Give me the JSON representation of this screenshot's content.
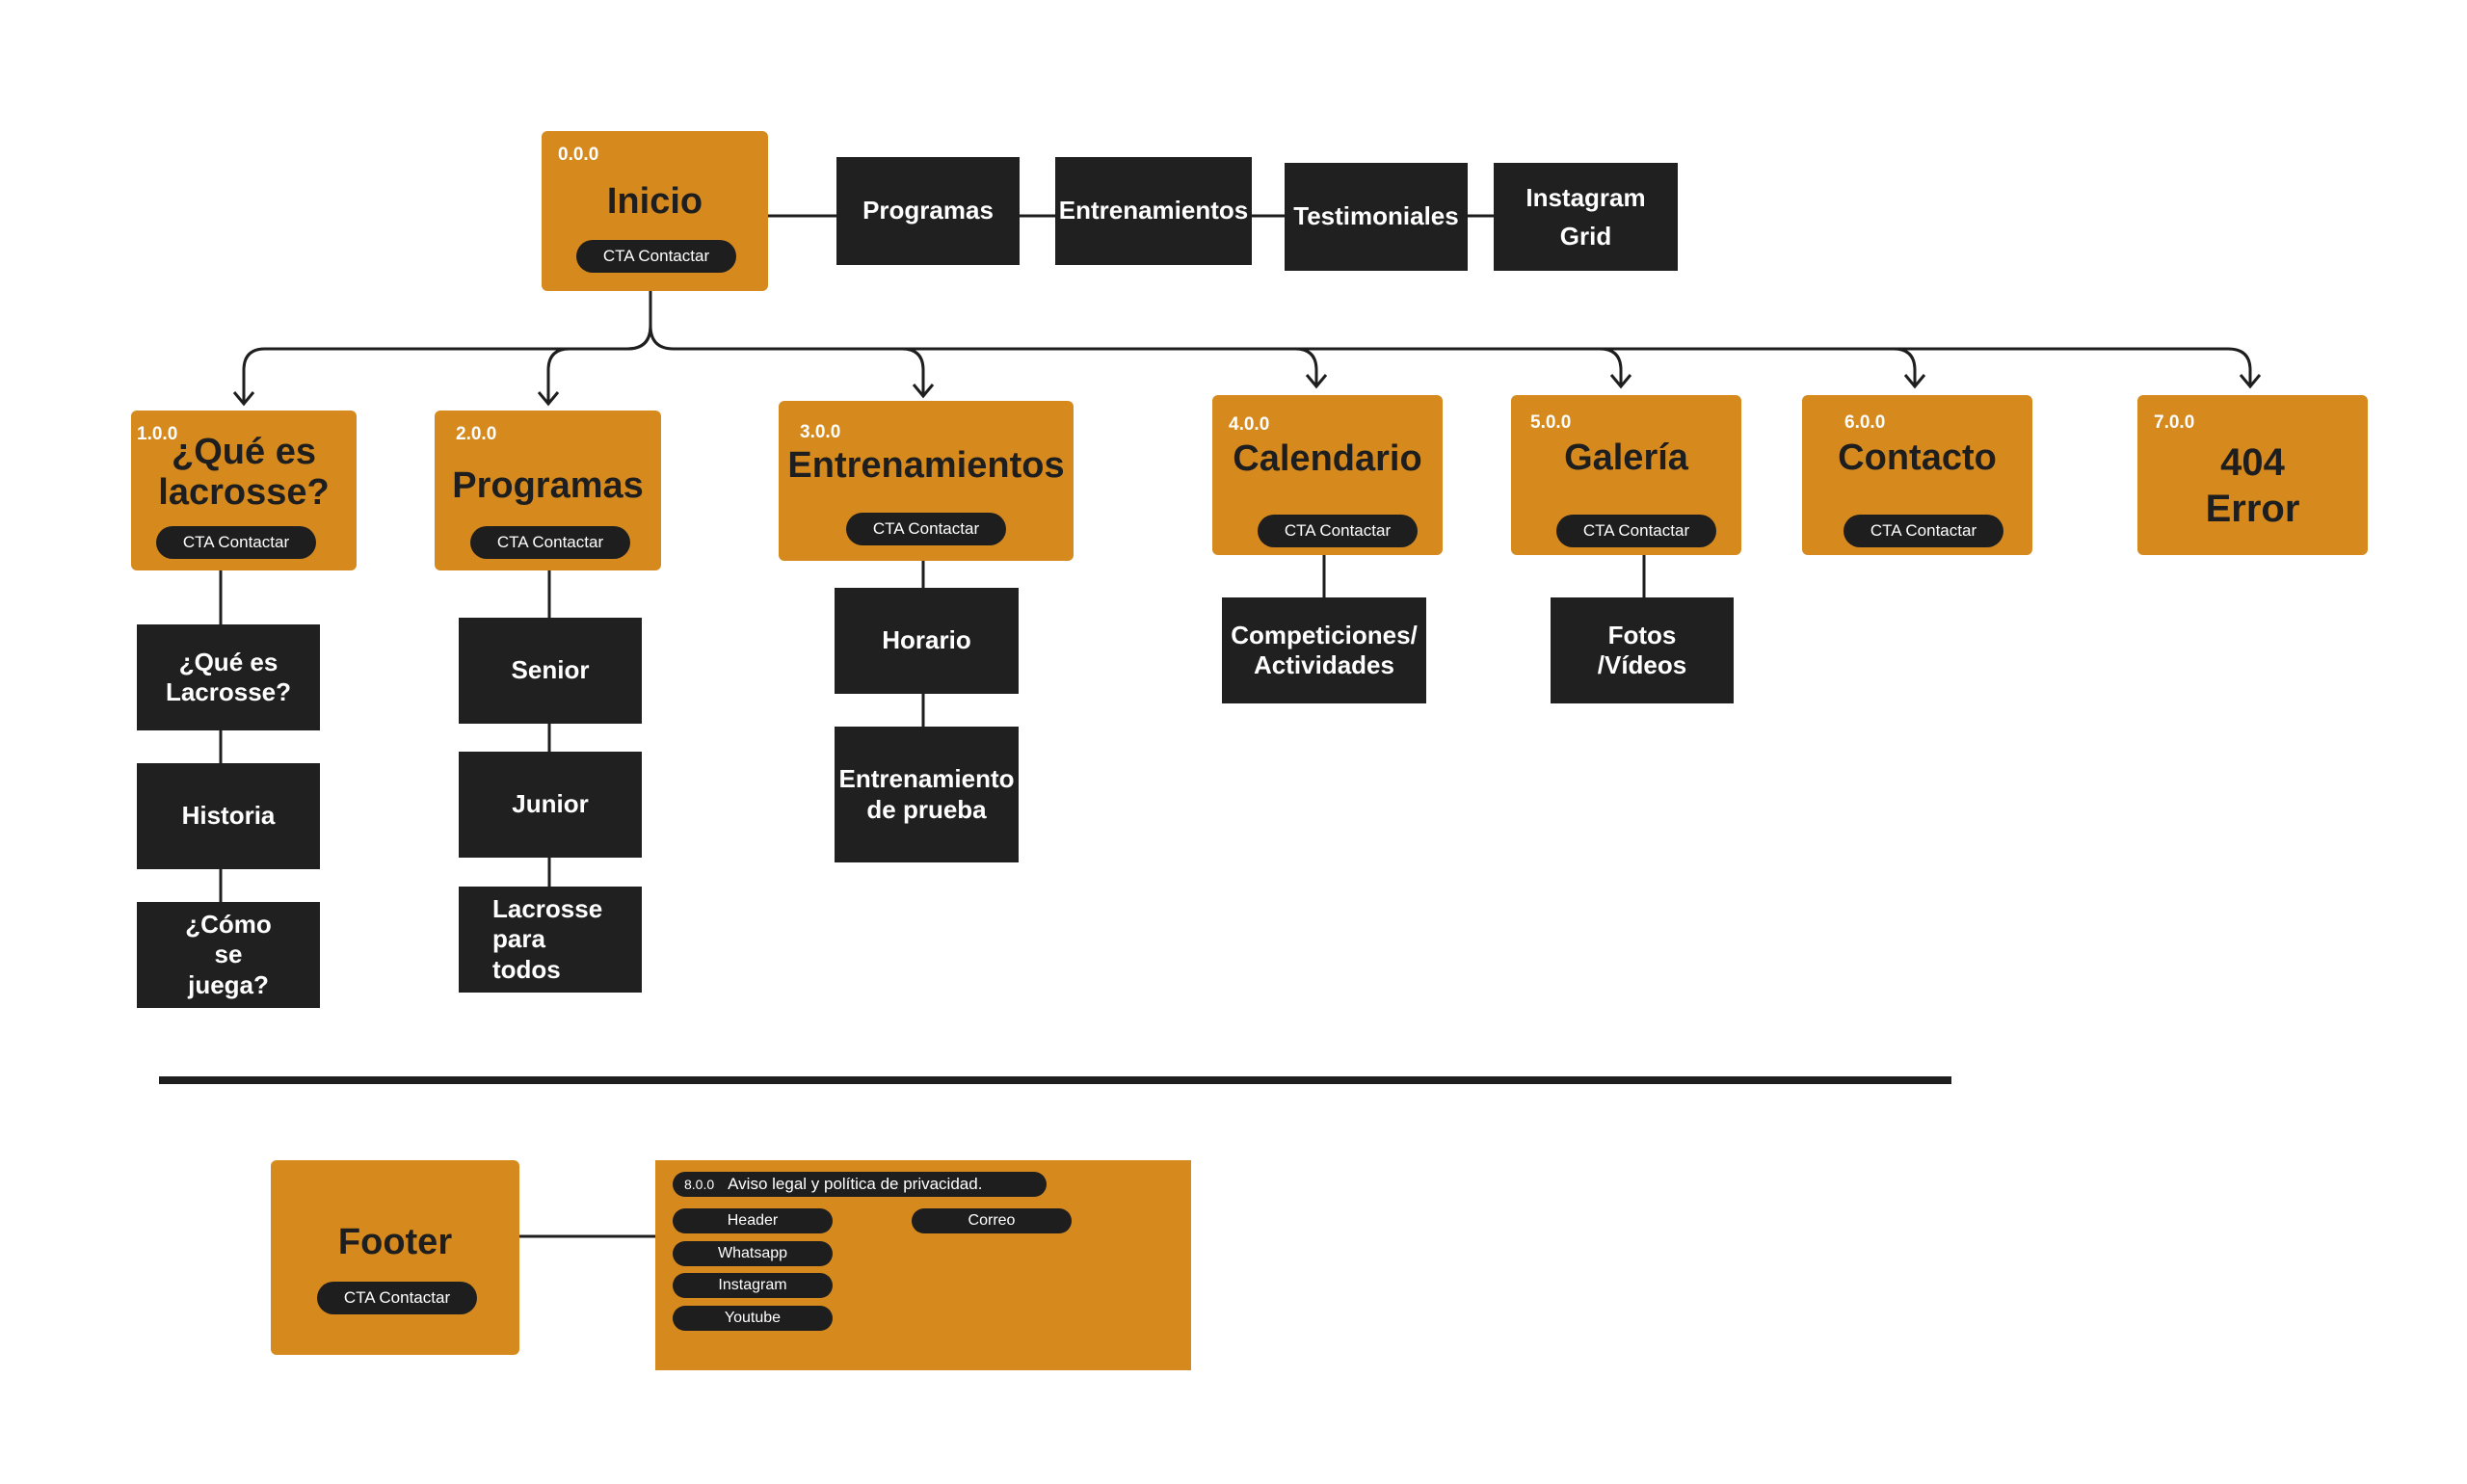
{
  "cta": "CTA Contactar",
  "colors": {
    "primary": "#d68a1e",
    "node_dark": "#202020",
    "line": "#1e1e1e"
  },
  "home": {
    "code": "0.0.0",
    "title": "Inicio",
    "sections": [
      "Programas",
      "Entrenamientos",
      "Testimoniales",
      "Instagram Grid"
    ]
  },
  "pages": [
    {
      "code": "1.0.0",
      "title": "¿Qué es lacrosse?",
      "children": [
        "¿Qué es Lacrosse?",
        "Historia",
        "¿Cómo se juega?"
      ]
    },
    {
      "code": "2.0.0",
      "title": "Programas",
      "children": [
        "Senior",
        "Junior",
        "Lacrosse para todos"
      ]
    },
    {
      "code": "3.0.0",
      "title": "Entrenamientos",
      "children": [
        "Horario",
        "Entrenamiento de prueba"
      ]
    },
    {
      "code": "4.0.0",
      "title": "Calendario",
      "children": [
        "Competiciones/ Actividades"
      ]
    },
    {
      "code": "5.0.0",
      "title": "Galería",
      "children": [
        "Fotos /Vídeos"
      ]
    },
    {
      "code": "6.0.0",
      "title": "Contacto",
      "children": []
    },
    {
      "code": "7.0.0",
      "title": "404 Error",
      "children": []
    }
  ],
  "footer": {
    "title": "Footer",
    "code": "8.0.0",
    "legal": "Aviso legal y política de privacidad.",
    "links": [
      "Header",
      "Whatsapp",
      "Instagram",
      "Youtube"
    ],
    "extra": "Correo"
  }
}
